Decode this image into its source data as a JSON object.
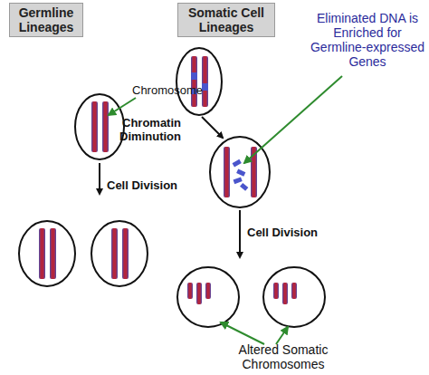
{
  "diagram": {
    "nodes": [
      {
        "text": [
          "Germline Lineages"
        ]
      },
      {
        "text": [
          "Somatic Cell Lineages"
        ]
      }
    ],
    "labels": [
      "Chromosome",
      "Cell Division",
      "Chromatin Diminution",
      "Eliminated DNA is Enriched for Germline-expressed Genes",
      "Cell Division",
      "Altered Somatic Chromosomes"
    ]
  }
}
